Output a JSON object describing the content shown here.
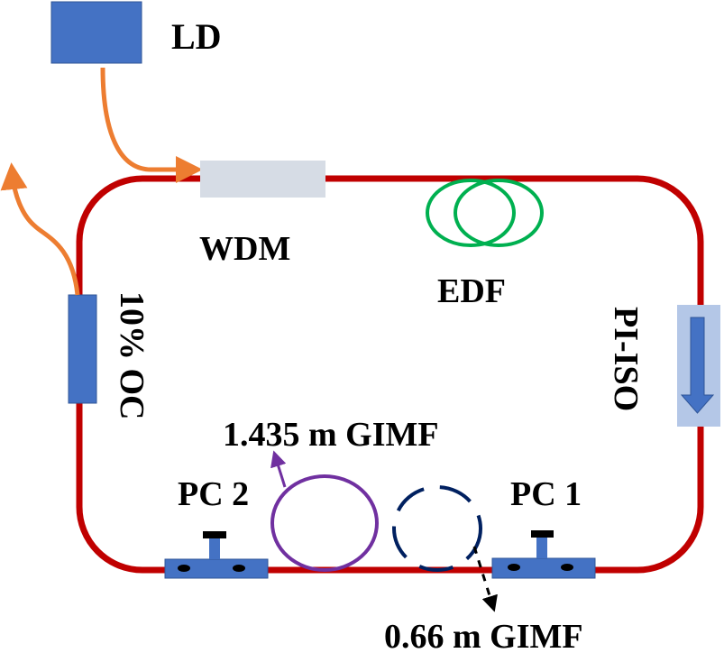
{
  "diagram": {
    "title": "Fiber ring laser setup",
    "colors": {
      "ring_fiber": "#c00000",
      "pump_fiber": "#ed7d31",
      "component_blue": "#4472c4",
      "wdm_gray": "#d6dce5",
      "isolator_light": "#b4c7e7",
      "edf_green": "#00b050",
      "gimf_long_purple": "#7030a0",
      "gimf_short_navy": "#002060",
      "knob_black": "#000000"
    },
    "labels": {
      "ld": "LD",
      "wdm": "WDM",
      "edf": "EDF",
      "isolator": "PI-ISO",
      "coupler": "10% OC",
      "pc1": "PC 1",
      "pc2": "PC 2",
      "gimf_long": "1.435 m GIMF",
      "gimf_short": "0.66 m GIMF"
    },
    "components": [
      {
        "id": "ld",
        "type": "laser-diode"
      },
      {
        "id": "wdm",
        "type": "wavelength-division-multiplexer"
      },
      {
        "id": "edf",
        "type": "erbium-doped-fiber"
      },
      {
        "id": "isolator",
        "type": "polarization-independent-isolator",
        "direction": "down"
      },
      {
        "id": "pc1",
        "type": "polarization-controller"
      },
      {
        "id": "gimf_short",
        "type": "graded-index-multimode-fiber",
        "style": "dashed"
      },
      {
        "id": "gimf_long",
        "type": "graded-index-multimode-fiber",
        "style": "solid"
      },
      {
        "id": "pc2",
        "type": "polarization-controller"
      },
      {
        "id": "coupler",
        "type": "output-coupler",
        "ratio": "10%"
      }
    ]
  }
}
